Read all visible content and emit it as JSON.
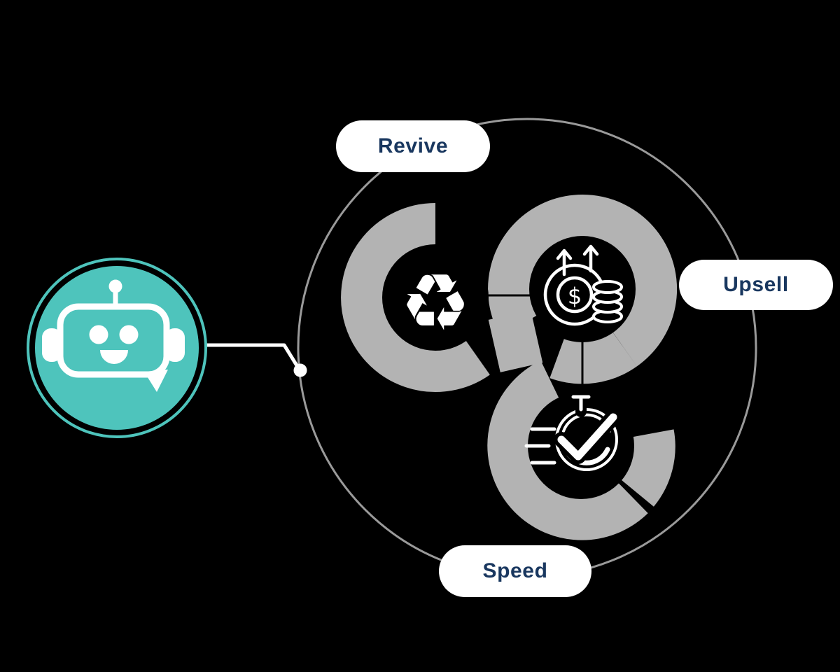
{
  "background_color": "#000000",
  "colors": {
    "teal": "#4ec4bc",
    "swirl_gray": "#b3b3b3",
    "outer_ring_gray": "#9a9a9a",
    "label_text": "#19375f",
    "icon_white": "#ffffff",
    "black": "#000000"
  },
  "assistant": {
    "icon": "robot-chat-icon",
    "connector": "line-with-dot"
  },
  "nodes": [
    {
      "id": "revive",
      "label": "Revive",
      "icon": "recycle-icon"
    },
    {
      "id": "upsell",
      "label": "Upsell",
      "icon": "dollar-coins-growth-icon"
    },
    {
      "id": "speed",
      "label": "Speed",
      "icon": "stopwatch-check-icon"
    }
  ],
  "glyphs": {
    "recycle": "♻"
  }
}
